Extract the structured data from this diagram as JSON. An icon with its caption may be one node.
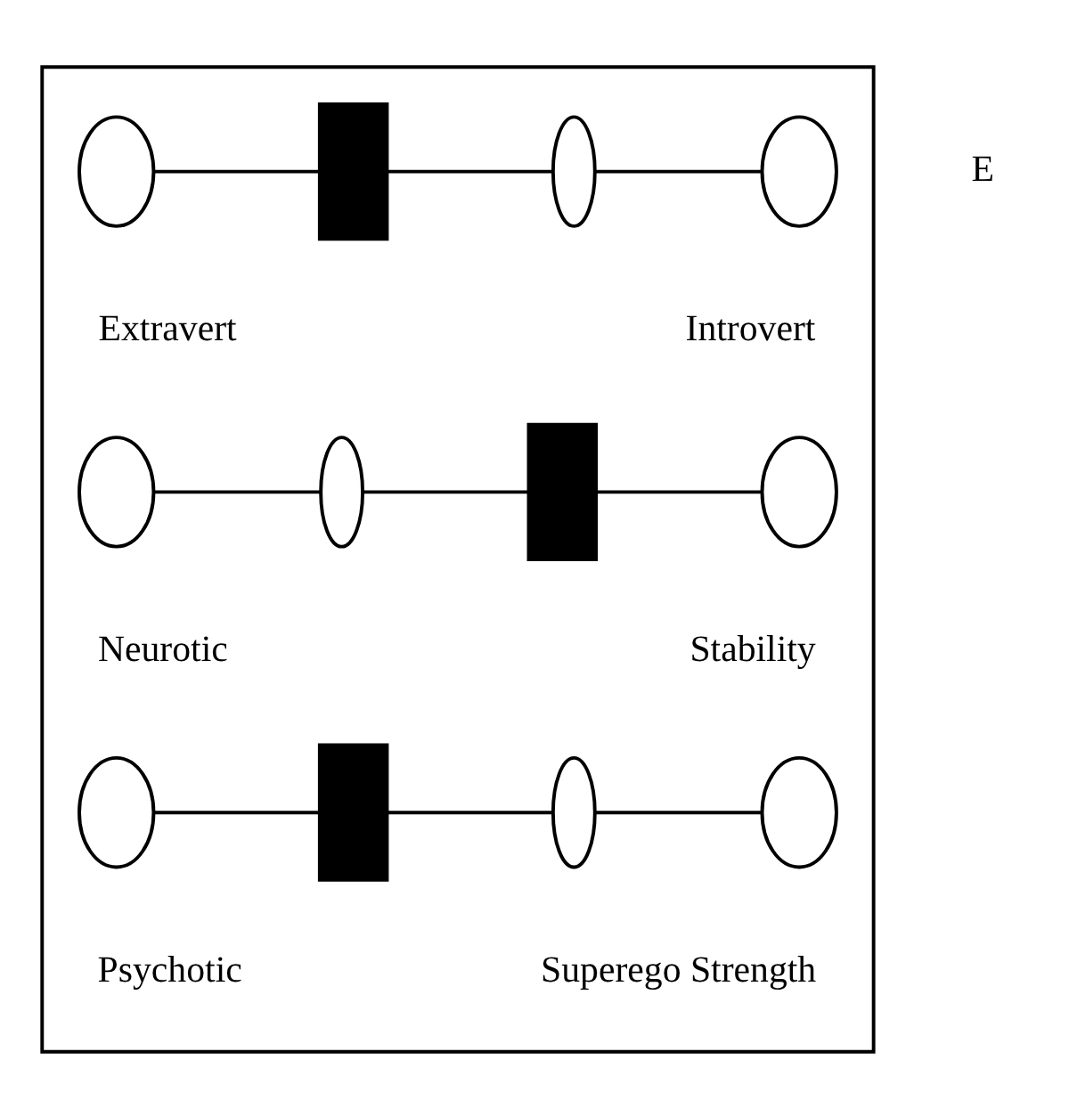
{
  "diagram": {
    "nodes": [
      {
        "text": [],
        "shape": "box"
      },
      {
        "text": [],
        "shape": "ellipse",
        "in": 0,
        "beside": [
          "Extravert"
        ]
      },
      {
        "text": [],
        "shape": "bar",
        "in": 0
      },
      {
        "text": [],
        "shape": "ellipse",
        "in": 0
      },
      {
        "text": [],
        "shape": "ellipse",
        "in": 0,
        "beside": [
          "Introvert"
        ]
      },
      {
        "text": [],
        "shape": "ellipse",
        "in": 0,
        "beside": [
          "Neurotic"
        ]
      },
      {
        "text": [],
        "shape": "ellipse",
        "in": 0
      },
      {
        "text": [],
        "shape": "bar",
        "in": 0
      },
      {
        "text": [],
        "shape": "ellipse",
        "in": 0,
        "beside": [
          "Stability"
        ]
      },
      {
        "text": [],
        "shape": "ellipse",
        "in": 0,
        "beside": [
          "Psychotic"
        ]
      },
      {
        "text": [],
        "shape": "bar",
        "in": 0
      },
      {
        "text": [],
        "shape": "ellipse",
        "in": 0
      },
      {
        "text": [],
        "shape": "ellipse",
        "in": 0,
        "beside": [
          "Superego Strength"
        ]
      }
    ],
    "edges": [
      {
        "from": 1,
        "to": 2,
        "arrow": "none"
      },
      {
        "from": 2,
        "to": 3,
        "arrow": "none"
      },
      {
        "from": 3,
        "to": 4,
        "arrow": "none"
      },
      {
        "from": 5,
        "to": 6,
        "arrow": "none"
      },
      {
        "from": 6,
        "to": 7,
        "arrow": "none"
      },
      {
        "from": 7,
        "to": 8,
        "arrow": "none"
      },
      {
        "from": 9,
        "to": 10,
        "arrow": "none"
      },
      {
        "from": 10,
        "to": 11,
        "arrow": "none"
      },
      {
        "from": 11,
        "to": 12,
        "arrow": "none"
      }
    ],
    "labels": [
      "E"
    ]
  }
}
